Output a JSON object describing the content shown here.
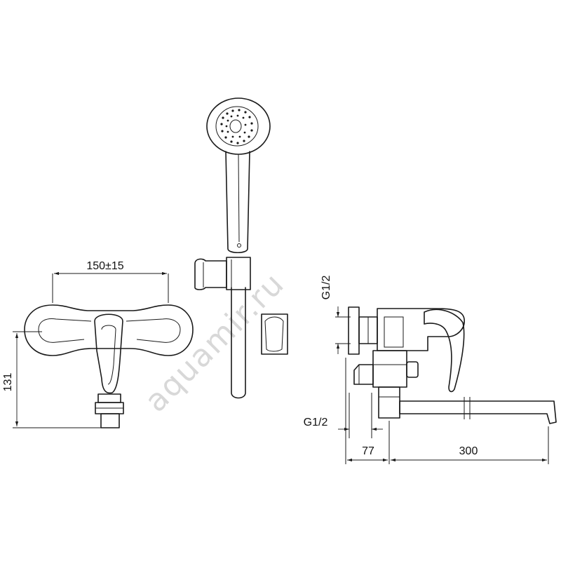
{
  "watermark": "aquamir.ru",
  "front_view": {
    "dim_width_label": "150±15",
    "dim_height_label": "131"
  },
  "side_view": {
    "dim_inlet_top_label": "G1/2",
    "dim_inlet_bottom_label": "G1/2",
    "dim_offset_label": "77",
    "dim_spout_label": "300"
  },
  "colors": {
    "line": "#1a1a1a",
    "watermark": "#d8d8d8",
    "background": "#ffffff"
  }
}
